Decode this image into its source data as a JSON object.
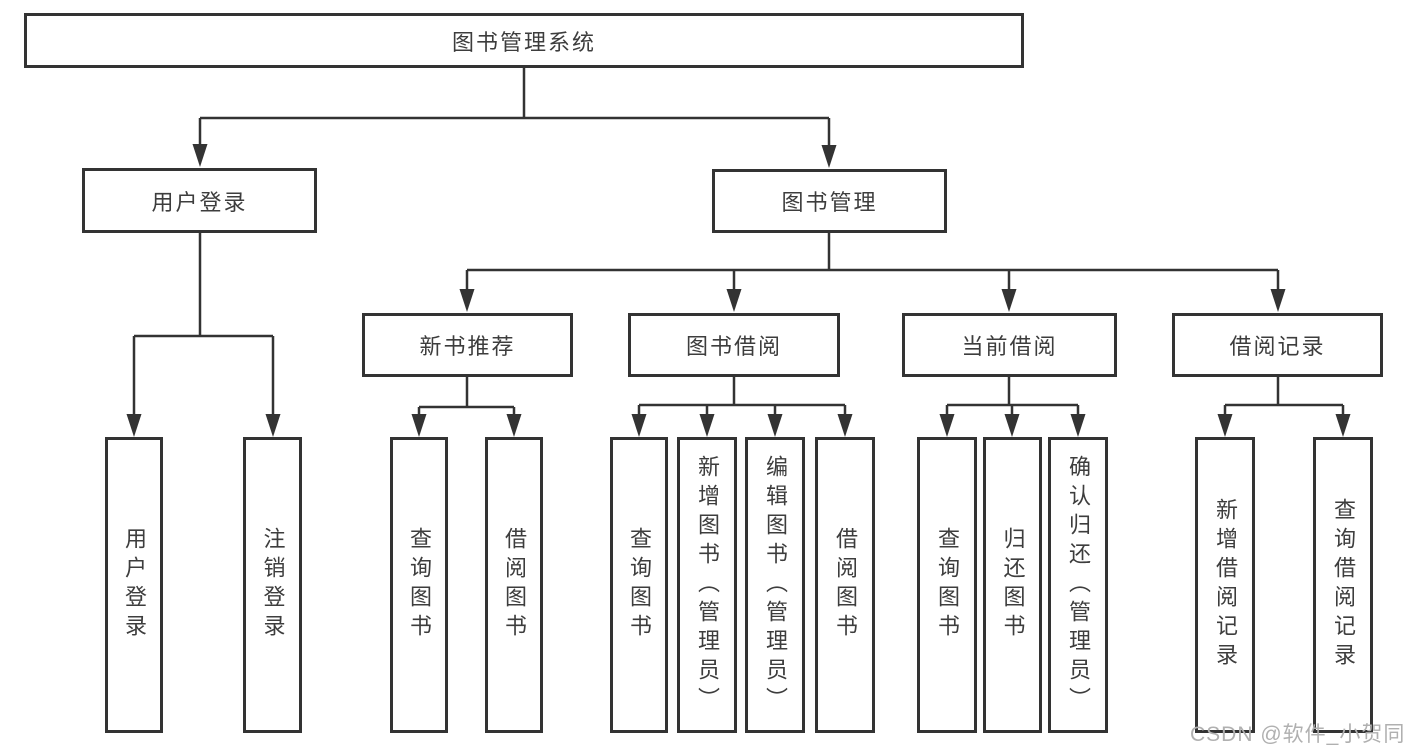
{
  "diagram": {
    "title": "图书管理系统",
    "branches": [
      {
        "label": "用户登录",
        "leaves": [
          "用户登录",
          "注销登录"
        ]
      },
      {
        "label": "图书管理",
        "children": [
          {
            "label": "新书推荐",
            "leaves": [
              "查询图书",
              "借阅图书"
            ]
          },
          {
            "label": "图书借阅",
            "leaves": [
              "查询图书",
              "新增图书（管理员）",
              "编辑图书（管理员）",
              "借阅图书"
            ]
          },
          {
            "label": "当前借阅",
            "leaves": [
              "查询图书",
              "归还图书",
              "确认归还（管理员）"
            ]
          },
          {
            "label": "借阅记录",
            "leaves": [
              "新增借阅记录",
              "查询借阅记录"
            ]
          }
        ]
      }
    ]
  },
  "watermark": {
    "text": "CSDN @软件_小贺同学"
  },
  "colors": {
    "line": "#333333",
    "node_border": "#333333",
    "node_background": "#ffffff",
    "text": "#3d3d3d",
    "watermark": "#b0b0b0",
    "background": "#ffffff"
  }
}
